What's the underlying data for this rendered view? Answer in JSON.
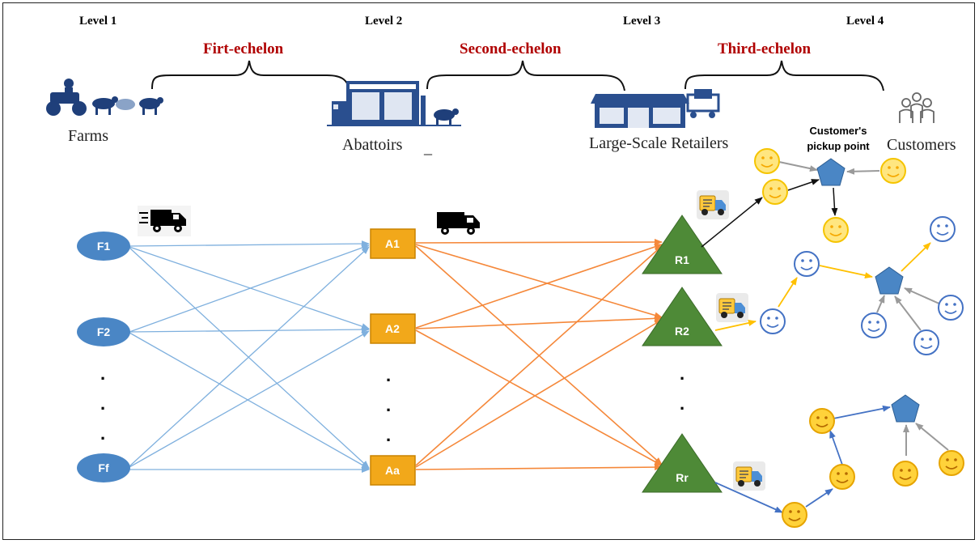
{
  "levels": [
    "Level 1",
    "Level 2",
    "Level 3",
    "Level 4"
  ],
  "echelons": [
    "Firt-echelon",
    "Second-echelon",
    "Third-echelon"
  ],
  "captions": {
    "farms": "Farms",
    "abattoirs": "Abattoirs",
    "abattoirs_mark": "_",
    "retailers": "Large-Scale Retailers",
    "customers": "Customers",
    "pickup_line1": "Customer's",
    "pickup_line2": "pickup point"
  },
  "nodes": {
    "farms": [
      "F1",
      "F2",
      "Ff"
    ],
    "abattoirs": [
      "A1",
      "A2",
      "Aa"
    ],
    "retailers": [
      "R1",
      "R2",
      "Rr"
    ]
  },
  "ellipsis": ".",
  "colors": {
    "title_red": "#b00000",
    "farm_blue": "#4a86c5",
    "farm_edge": "#7fb0de",
    "abattoir_orange": "#f2a81a",
    "abattoir_edge": "#f5883a",
    "retailer_green": "#4e8a37",
    "pickup_blue": "#4a86c5",
    "smiley_yellow": "#ffd94a",
    "smiley_blue": "#4472c4",
    "smiley_orange": "#ffc000",
    "icon_navy": "#1f3f7a"
  },
  "icons": [
    "farm-vehicle-animals-icon",
    "abattoir-building-icon",
    "supermarket-icon",
    "customers-group-icon",
    "delivery-truck-icon",
    "truck-icon",
    "smiley-face-icon",
    "pentagon-pickup-icon"
  ]
}
